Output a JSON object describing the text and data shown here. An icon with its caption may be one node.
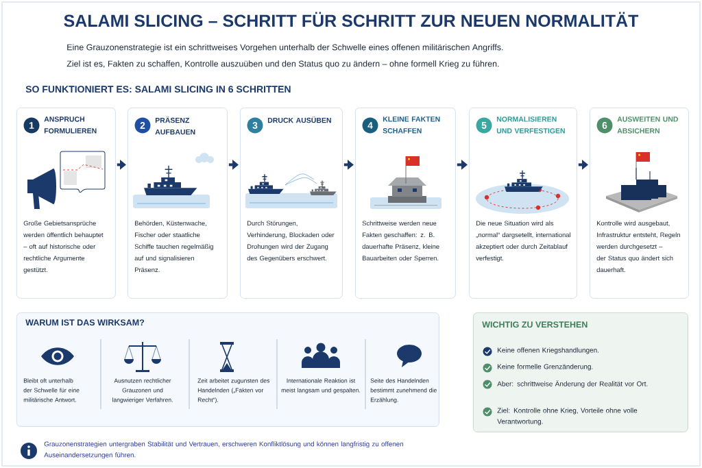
{
  "diagram": {
    "title": "SALAMI SLICING – SCHRITT FÜR SCHRITT ZUR NEUEN NORMALITÄT",
    "nodes": [
      {
        "text": [
          "1",
          "ANSPRUCH FORMULIEREN",
          "Große Gebietsansprüche werden öffentlich behauptet – oft auf historische oder rechtliche Argumente gestützt."
        ]
      },
      {
        "text": [
          "2",
          "PRÄSENZ AUFBAUEN",
          "Behörden, Küstenwache, Fischer oder staatliche Schiffe tauchen regelmäßig auf und signalisieren Präsenz."
        ]
      },
      {
        "text": [
          "3",
          "DRUCK AUSÜBEN",
          "Durch Störungen, Verhinderung, Blockaden oder Drohungen wird der Zugang des Gegenübers erschwert."
        ]
      },
      {
        "text": [
          "4",
          "KLEINE FAKTEN SCHAFFEN",
          "Schrittweise werden neue Fakten geschaffen: z. B. dauerhafte Präsenz, kleine Bauarbeiten oder Sperren."
        ]
      },
      {
        "text": [
          "5",
          "NORMALISIEREN UND VERFESTIGEN",
          "Die neue Situation wird als „normal“ dargsetellt, international akzeptiert oder durch Zeitablauf verfestigt."
        ]
      },
      {
        "text": [
          "6",
          "AUSWEITEN UND ABSICHERN",
          "Kontrolle wird ausgebaut, Infrastruktur entsteht, Regeln werden durchgesetzt – der Status quo ändert sich dauerhaft."
        ]
      },
      {
        "text": [
          "WARUM IST DAS WIRKSAM?"
        ]
      },
      {
        "text": [
          "WICHTIG ZU VERSTEHEN"
        ]
      }
    ],
    "edges": [
      {
        "from": 0,
        "to": 1,
        "arrow": "to"
      },
      {
        "from": 1,
        "to": 2,
        "arrow": "to"
      },
      {
        "from": 2,
        "to": 3,
        "arrow": "to"
      },
      {
        "from": 3,
        "to": 4,
        "arrow": "to"
      },
      {
        "from": 4,
        "to": 5,
        "arrow": "to"
      }
    ],
    "labels": [
      "Eine Grauzonenstrategie ist ein schrittweises Vorgehen unterhalb der Schwelle eines offenen militärischen Angriffs.",
      "Ziel ist es, Fakten zu schaffen, Kontrolle auszuüben und den Status quo zu ändern – ohne formell Krieg zu führen.",
      "SO FUNKTIONIERT ES: SALAMI SLICING IN 6 SCHRITTEN",
      "Bleibt oft unterhalb der Schwelle für eine militärische Antwort.",
      "Ausnutzen rechtlicher Grauzonen und langwieriger Verfahren.",
      "Zeit arbeitet zugunsten des Handelnden („Fakten vor Recht“).",
      "Internationale Reaktion ist meist langsam und gespalten.",
      "Seite des Handelnden bestimmt zunehmend die Erzählung.",
      "Keine offenen Kriegshandlungen.",
      "Keine formelle Grenzänderung.",
      "Aber: schrittweise Änderung der Realität vor Ort.",
      "Ziel: Kontrolle ohne Krieg, Vorteile ohne volle Verantwortung.",
      "Grauzonenstrategien untergraben Stabilität und Vertrauen, erschweren Konfliktlösung und können langfristig zu offenen Auseinandersetzungen führen."
    ]
  }
}
